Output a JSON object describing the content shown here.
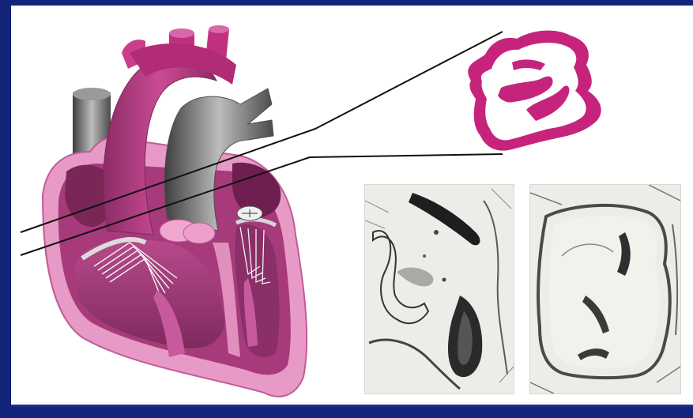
{
  "colors": {
    "background_border": "#12237a",
    "panel": "#ffffff",
    "heart_outer": "#e79ac6",
    "heart_muscle": "#a73a7b",
    "heart_dark": "#6e1f4f",
    "aorta_pink": "#c0307f",
    "vessel_gray": "#6b6b6b",
    "valve_cross_section": "#c6247c",
    "guide_line": "#111111"
  },
  "icons": {
    "heart": "heart-cutaway-illustration",
    "valve_outline": "valve-cross-section-outline",
    "micrograph_left": "histology-micrograph",
    "micrograph_right": "histology-micrograph"
  }
}
